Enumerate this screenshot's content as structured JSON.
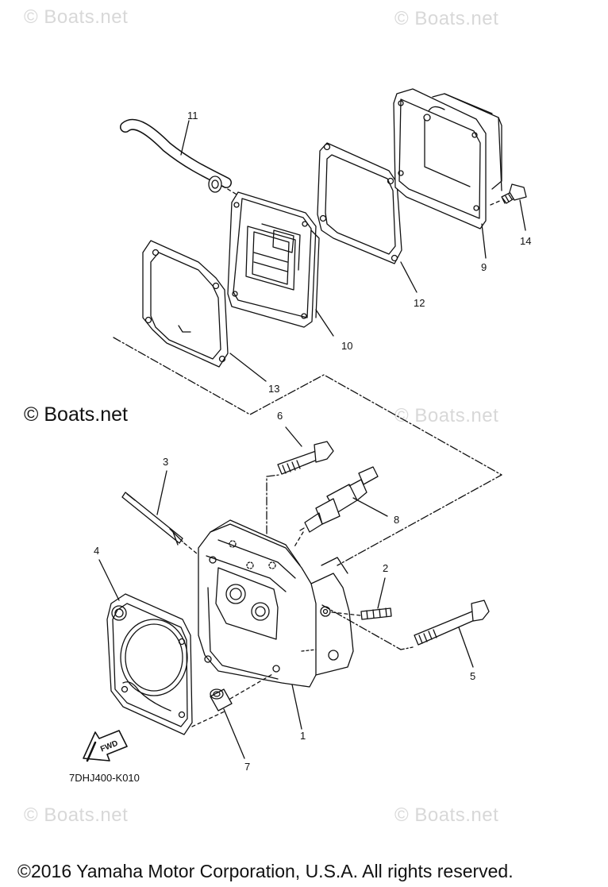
{
  "watermarks": {
    "top_left": "© Boats.net",
    "top_right": "© Boats.net",
    "middle_right": "© Boats.net",
    "bottom_left": "© Boats.net",
    "bottom_right": "© Boats.net"
  },
  "brand_mid": "© Boats.net",
  "callouts": {
    "c1": "1",
    "c2": "2",
    "c3": "3",
    "c4": "4",
    "c5": "5",
    "c6": "6",
    "c7": "7",
    "c8": "8",
    "c9": "9",
    "c10": "10",
    "c11": "11",
    "c12": "12",
    "c13": "13",
    "c14": "14"
  },
  "fwd_label": "FWD",
  "diagram_code": "7DHJ400-K010",
  "footer": "©2016 Yamaha Motor Corporation, U.S.A. All rights reserved."
}
